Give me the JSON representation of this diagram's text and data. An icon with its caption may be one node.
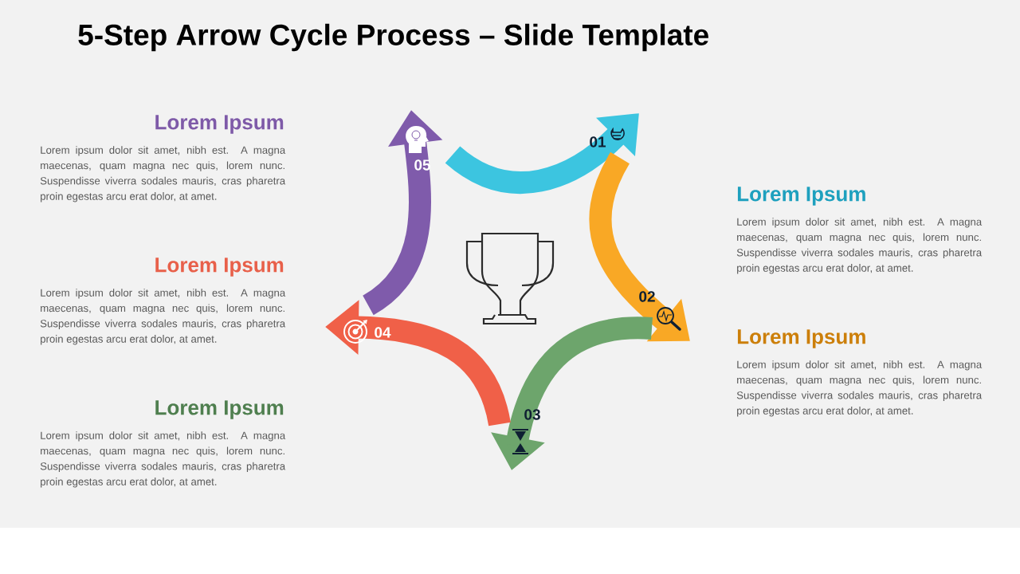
{
  "diagram": {
    "title": "5-Step Arrow Cycle Process – Slide Template",
    "nodes": [
      {
        "text": [
          "01"
        ]
      },
      {
        "text": [
          "02"
        ]
      },
      {
        "text": [
          "03"
        ]
      },
      {
        "text": [
          "04"
        ]
      },
      {
        "text": [
          "05"
        ]
      }
    ],
    "labels": [
      "Lorem Ipsum",
      "Lorem ipsum dolor sit amet, nibh est. A magna maecenas, quam magna nec quis, lorem nunc. Suspendisse viverra sodales mauris, cras pharetra proin egestas arcu erat dolor, at amet.",
      "Lorem Ipsum",
      "Lorem ipsum dolor sit amet, nibh est. A magna maecenas, quam magna nec quis, lorem nunc. Suspendisse viverra sodales mauris, cras pharetra proin egestas arcu erat dolor, at amet.",
      "Lorem Ipsum",
      "Lorem ipsum dolor sit amet, nibh est. A magna maecenas, quam magna nec quis, lorem nunc. Suspendisse viverra sodales mauris, cras pharetra proin egestas arcu erat dolor, at amet.",
      "Lorem Ipsum",
      "Lorem ipsum dolor sit amet, nibh est. A magna maecenas, quam magna nec quis, lorem nunc. Suspendisse viverra sodales mauris, cras pharetra proin egestas arcu erat dolor, at amet.",
      "Lorem Ipsum",
      "Lorem ipsum dolor sit amet, nibh est. A magna maecenas, quam magna nec quis, lorem nunc. Suspendisse viverra sodales mauris, cras pharetra proin egestas arcu erat dolor, at amet."
    ]
  }
}
